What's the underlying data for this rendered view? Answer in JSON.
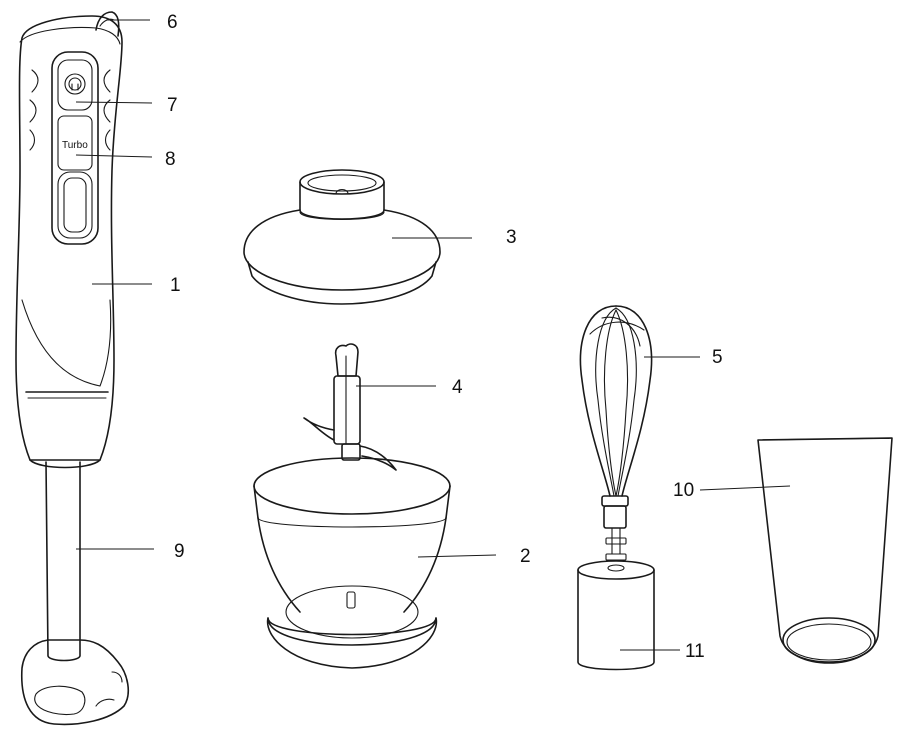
{
  "callouts": {
    "c1": "1",
    "c2": "2",
    "c3": "3",
    "c4": "4",
    "c5": "5",
    "c6": "6",
    "c7": "7",
    "c8": "8",
    "c9": "9",
    "c10": "10",
    "c11": "11"
  },
  "labels": {
    "turbo": "Turbo"
  },
  "colors": {
    "ink": "#1a1a1a",
    "background": "#ffffff"
  }
}
